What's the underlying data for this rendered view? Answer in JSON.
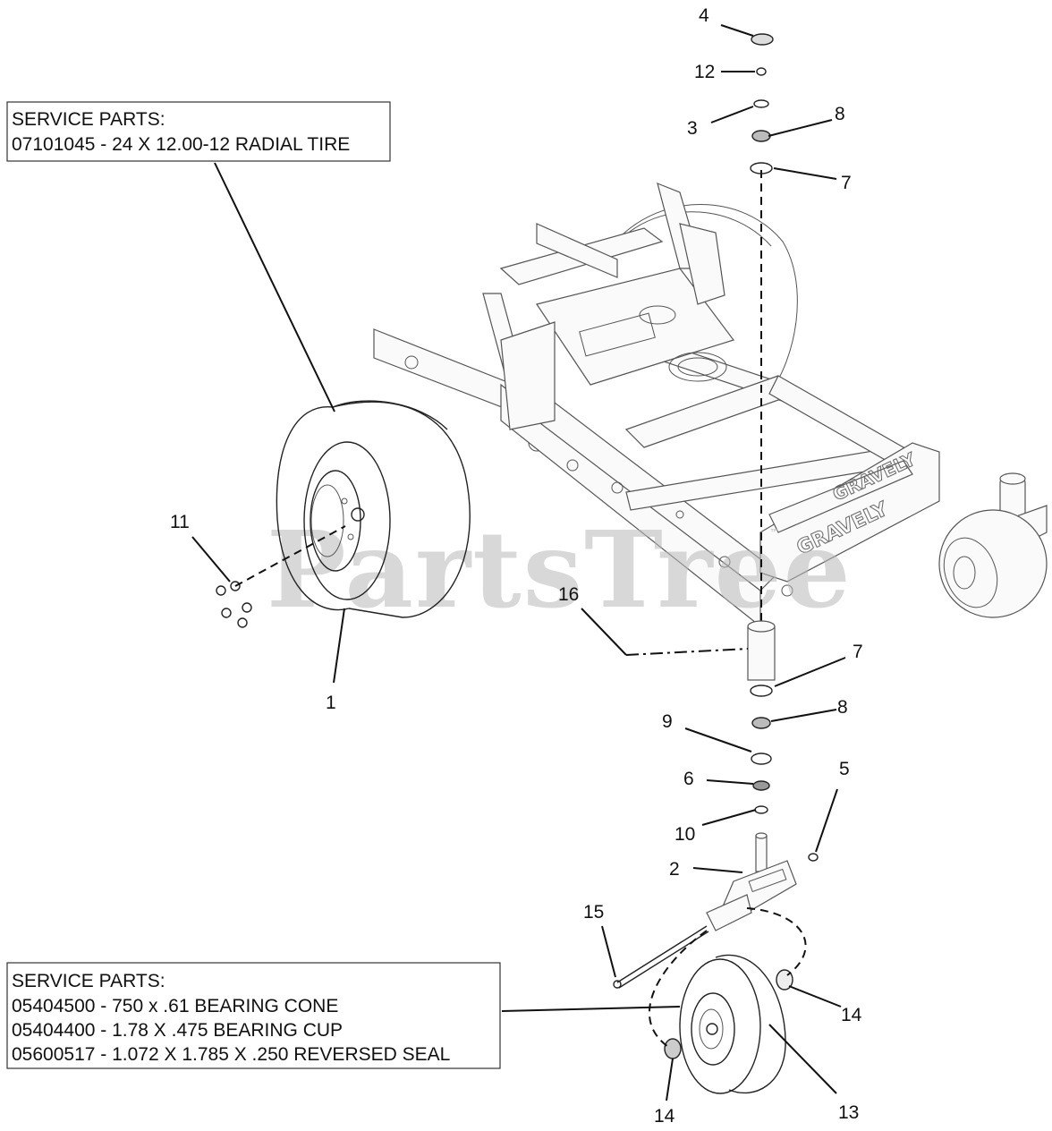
{
  "watermark": {
    "text": "PartsTree",
    "trademark": "™"
  },
  "service_boxes": [
    {
      "lines": [
        "SERVICE PARTS:",
        "07101045 - 24 X 12.00-12 RADIAL TIRE"
      ]
    },
    {
      "lines": [
        "SERVICE PARTS:",
        "05404500 - 750 x .61 BEARING CONE",
        "05404400 - 1.78 X .475 BEARING CUP",
        "05600517 - 1.072 X 1.785 X .250 REVERSED SEAL"
      ]
    }
  ],
  "frame_logos": [
    "GRAVELY",
    "GRAVELY"
  ],
  "callouts": [
    {
      "id": "c4",
      "label": "4"
    },
    {
      "id": "c12",
      "label": "12"
    },
    {
      "id": "c3",
      "label": "3"
    },
    {
      "id": "c8a",
      "label": "8"
    },
    {
      "id": "c7a",
      "label": "7"
    },
    {
      "id": "c11",
      "label": "11"
    },
    {
      "id": "c1",
      "label": "1"
    },
    {
      "id": "c16",
      "label": "16"
    },
    {
      "id": "c7b",
      "label": "7"
    },
    {
      "id": "c8b",
      "label": "8"
    },
    {
      "id": "c9",
      "label": "9"
    },
    {
      "id": "c6",
      "label": "6"
    },
    {
      "id": "c5",
      "label": "5"
    },
    {
      "id": "c10",
      "label": "10"
    },
    {
      "id": "c2",
      "label": "2"
    },
    {
      "id": "c15",
      "label": "15"
    },
    {
      "id": "c14a",
      "label": "14"
    },
    {
      "id": "c14b",
      "label": "14"
    },
    {
      "id": "c13",
      "label": "13"
    }
  ]
}
